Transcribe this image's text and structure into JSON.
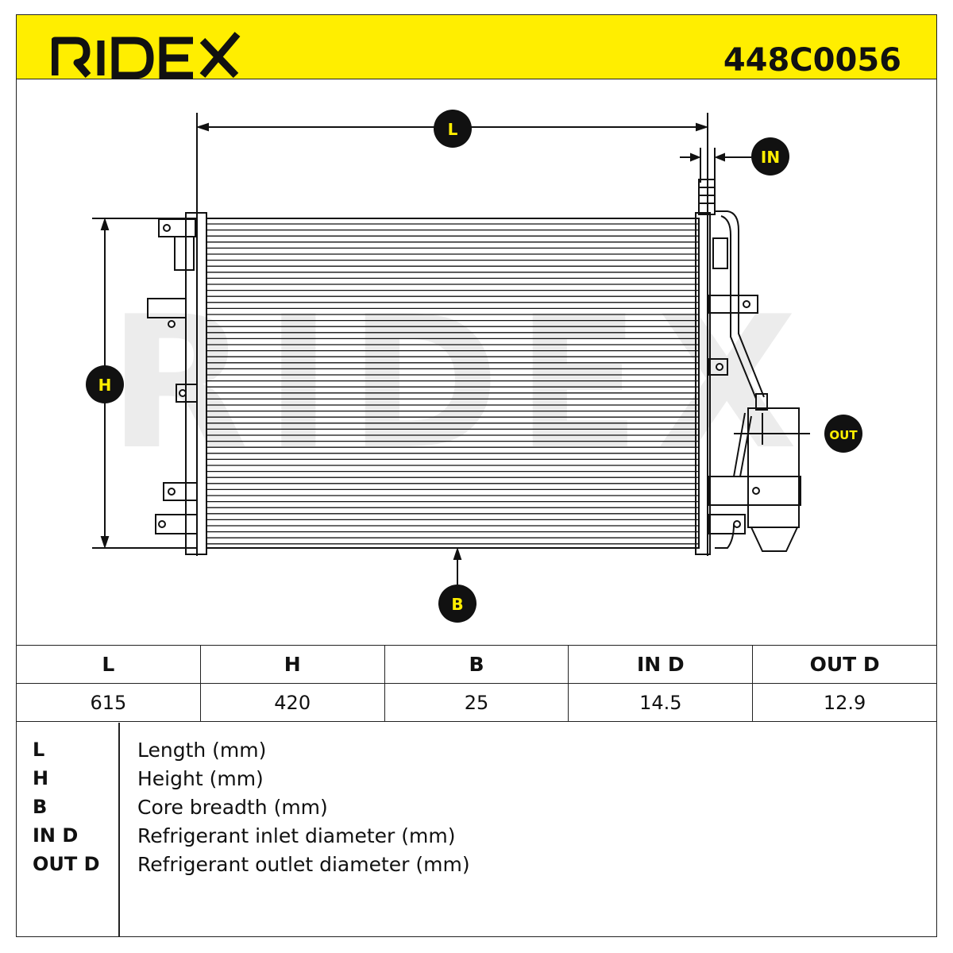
{
  "header": {
    "brand": "RIDEX",
    "part_number": "448C0056",
    "background_color": "#ffee00"
  },
  "drawing": {
    "watermark": "RIDEX",
    "callouts": {
      "length": "L",
      "height": "H",
      "breadth": "B",
      "inlet": "IN",
      "outlet": "OUT"
    }
  },
  "dimensions_table": {
    "headers": [
      "L",
      "H",
      "B",
      "IN D",
      "OUT D"
    ],
    "values": [
      "615",
      "420",
      "25",
      "14.5",
      "12.9"
    ]
  },
  "legend": [
    {
      "key": "L",
      "description": "Length (mm)"
    },
    {
      "key": "H",
      "description": "Height (mm)"
    },
    {
      "key": "B",
      "description": "Core breadth (mm)"
    },
    {
      "key": "IN D",
      "description": "Refrigerant inlet diameter (mm)"
    },
    {
      "key": "OUT D",
      "description": "Refrigerant outlet diameter (mm)"
    }
  ]
}
